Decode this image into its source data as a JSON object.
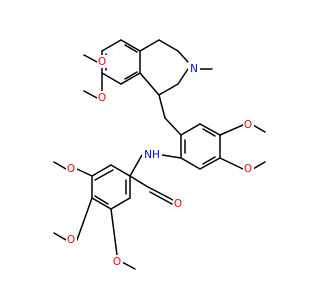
{
  "colors": {
    "carbon": "#000000",
    "oxygen": "#ff0000",
    "nitrogen": "#0000ff",
    "background": "#ffffff"
  },
  "atoms": {
    "o_iso_top": "O",
    "o_iso_bottom": "O",
    "n_iso": "N",
    "o_dmp_top": "O",
    "o_dmp_bottom": "O",
    "nh": "NH",
    "o_carbonyl": "O",
    "o_tm_top": "O",
    "o_tm_mid": "O",
    "o_tm_bottom": "O"
  }
}
